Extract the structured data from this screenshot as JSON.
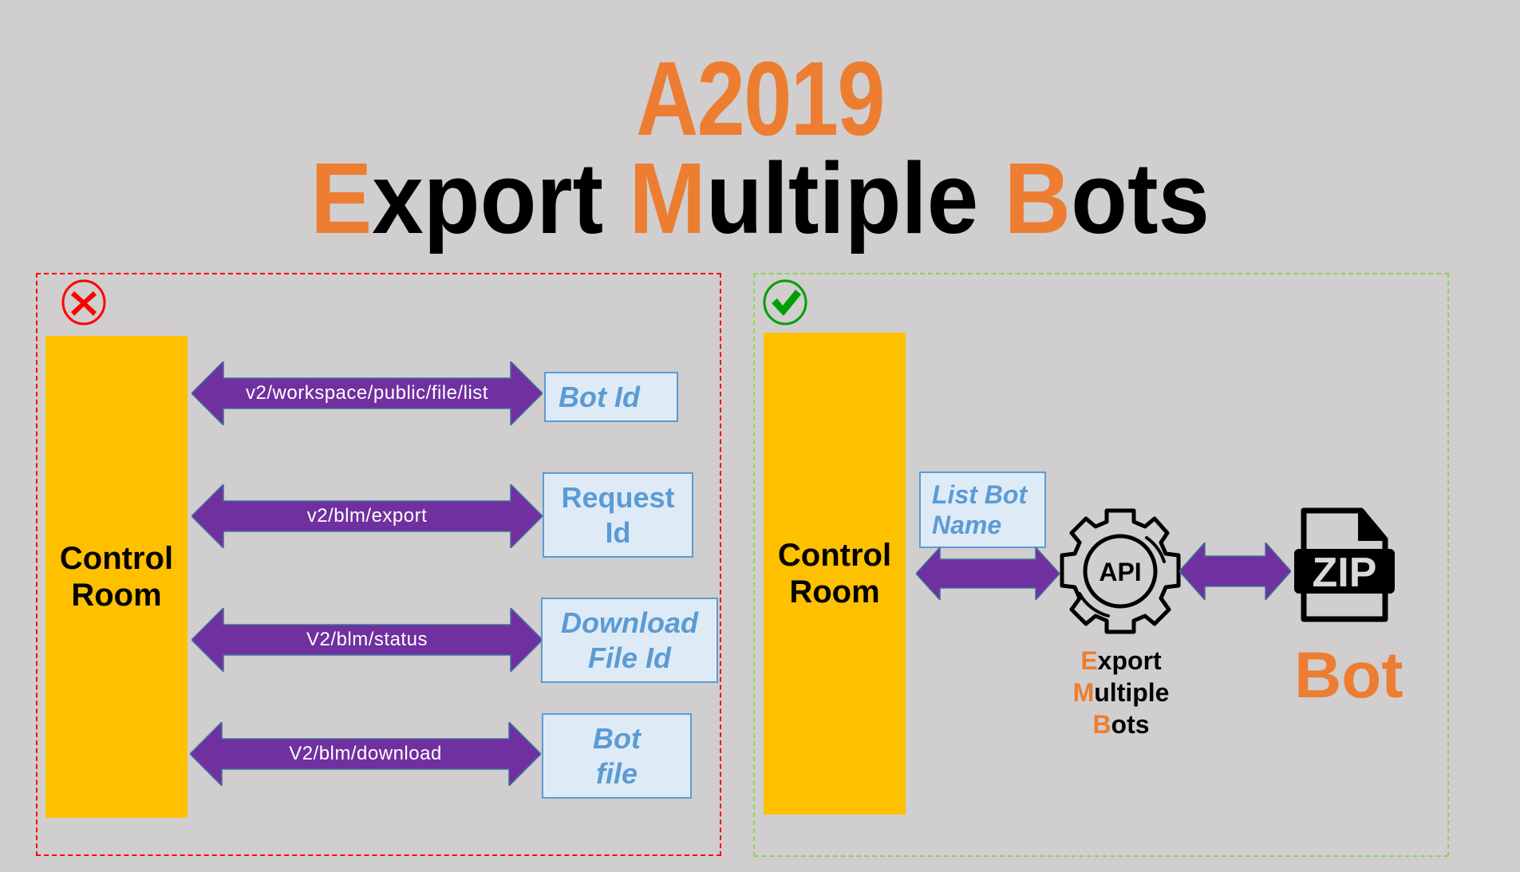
{
  "header": {
    "title_line1": "A2019",
    "title_line2_words": [
      {
        "initial": "E",
        "rest": "xport"
      },
      {
        "initial": "M",
        "rest": "ultiple"
      },
      {
        "initial": "B",
        "rest": "ots"
      }
    ]
  },
  "colors": {
    "accent_orange": "#ed7d31",
    "control_room_yellow": "#ffc000",
    "arrow_purple": "#7030a0",
    "box_fill": "#deebf7",
    "box_border": "#5b9bd5",
    "bad_border": "#ff0000",
    "good_border": "#92d050",
    "background": "#d0cece"
  },
  "bad_approach": {
    "status_icon": "red-x-circle-icon",
    "control_room_label": [
      "Control",
      "Room"
    ],
    "steps": [
      {
        "endpoint": "v2/workspace/public/file/list",
        "result": "Bot Id"
      },
      {
        "endpoint": "v2/blm/export",
        "result": "Request\nId"
      },
      {
        "endpoint": "V2/blm/status",
        "result": "Download\nFile Id"
      },
      {
        "endpoint": "V2/blm/download",
        "result": "Bot\nfile"
      }
    ]
  },
  "good_approach": {
    "status_icon": "green-check-circle-icon",
    "control_room_label": [
      "Control",
      "Room"
    ],
    "input_box": "List Bot\nName",
    "api_icon": "gear-api-icon",
    "api_icon_text": "API",
    "api_caption_words": [
      {
        "initial": "E",
        "rest": "xport"
      },
      {
        "initial": "M",
        "rest": "ultiple"
      },
      {
        "initial": "B",
        "rest": "ots"
      }
    ],
    "zip_icon": "zip-file-icon",
    "zip_icon_text": "ZIP",
    "output_label": "Bot"
  }
}
